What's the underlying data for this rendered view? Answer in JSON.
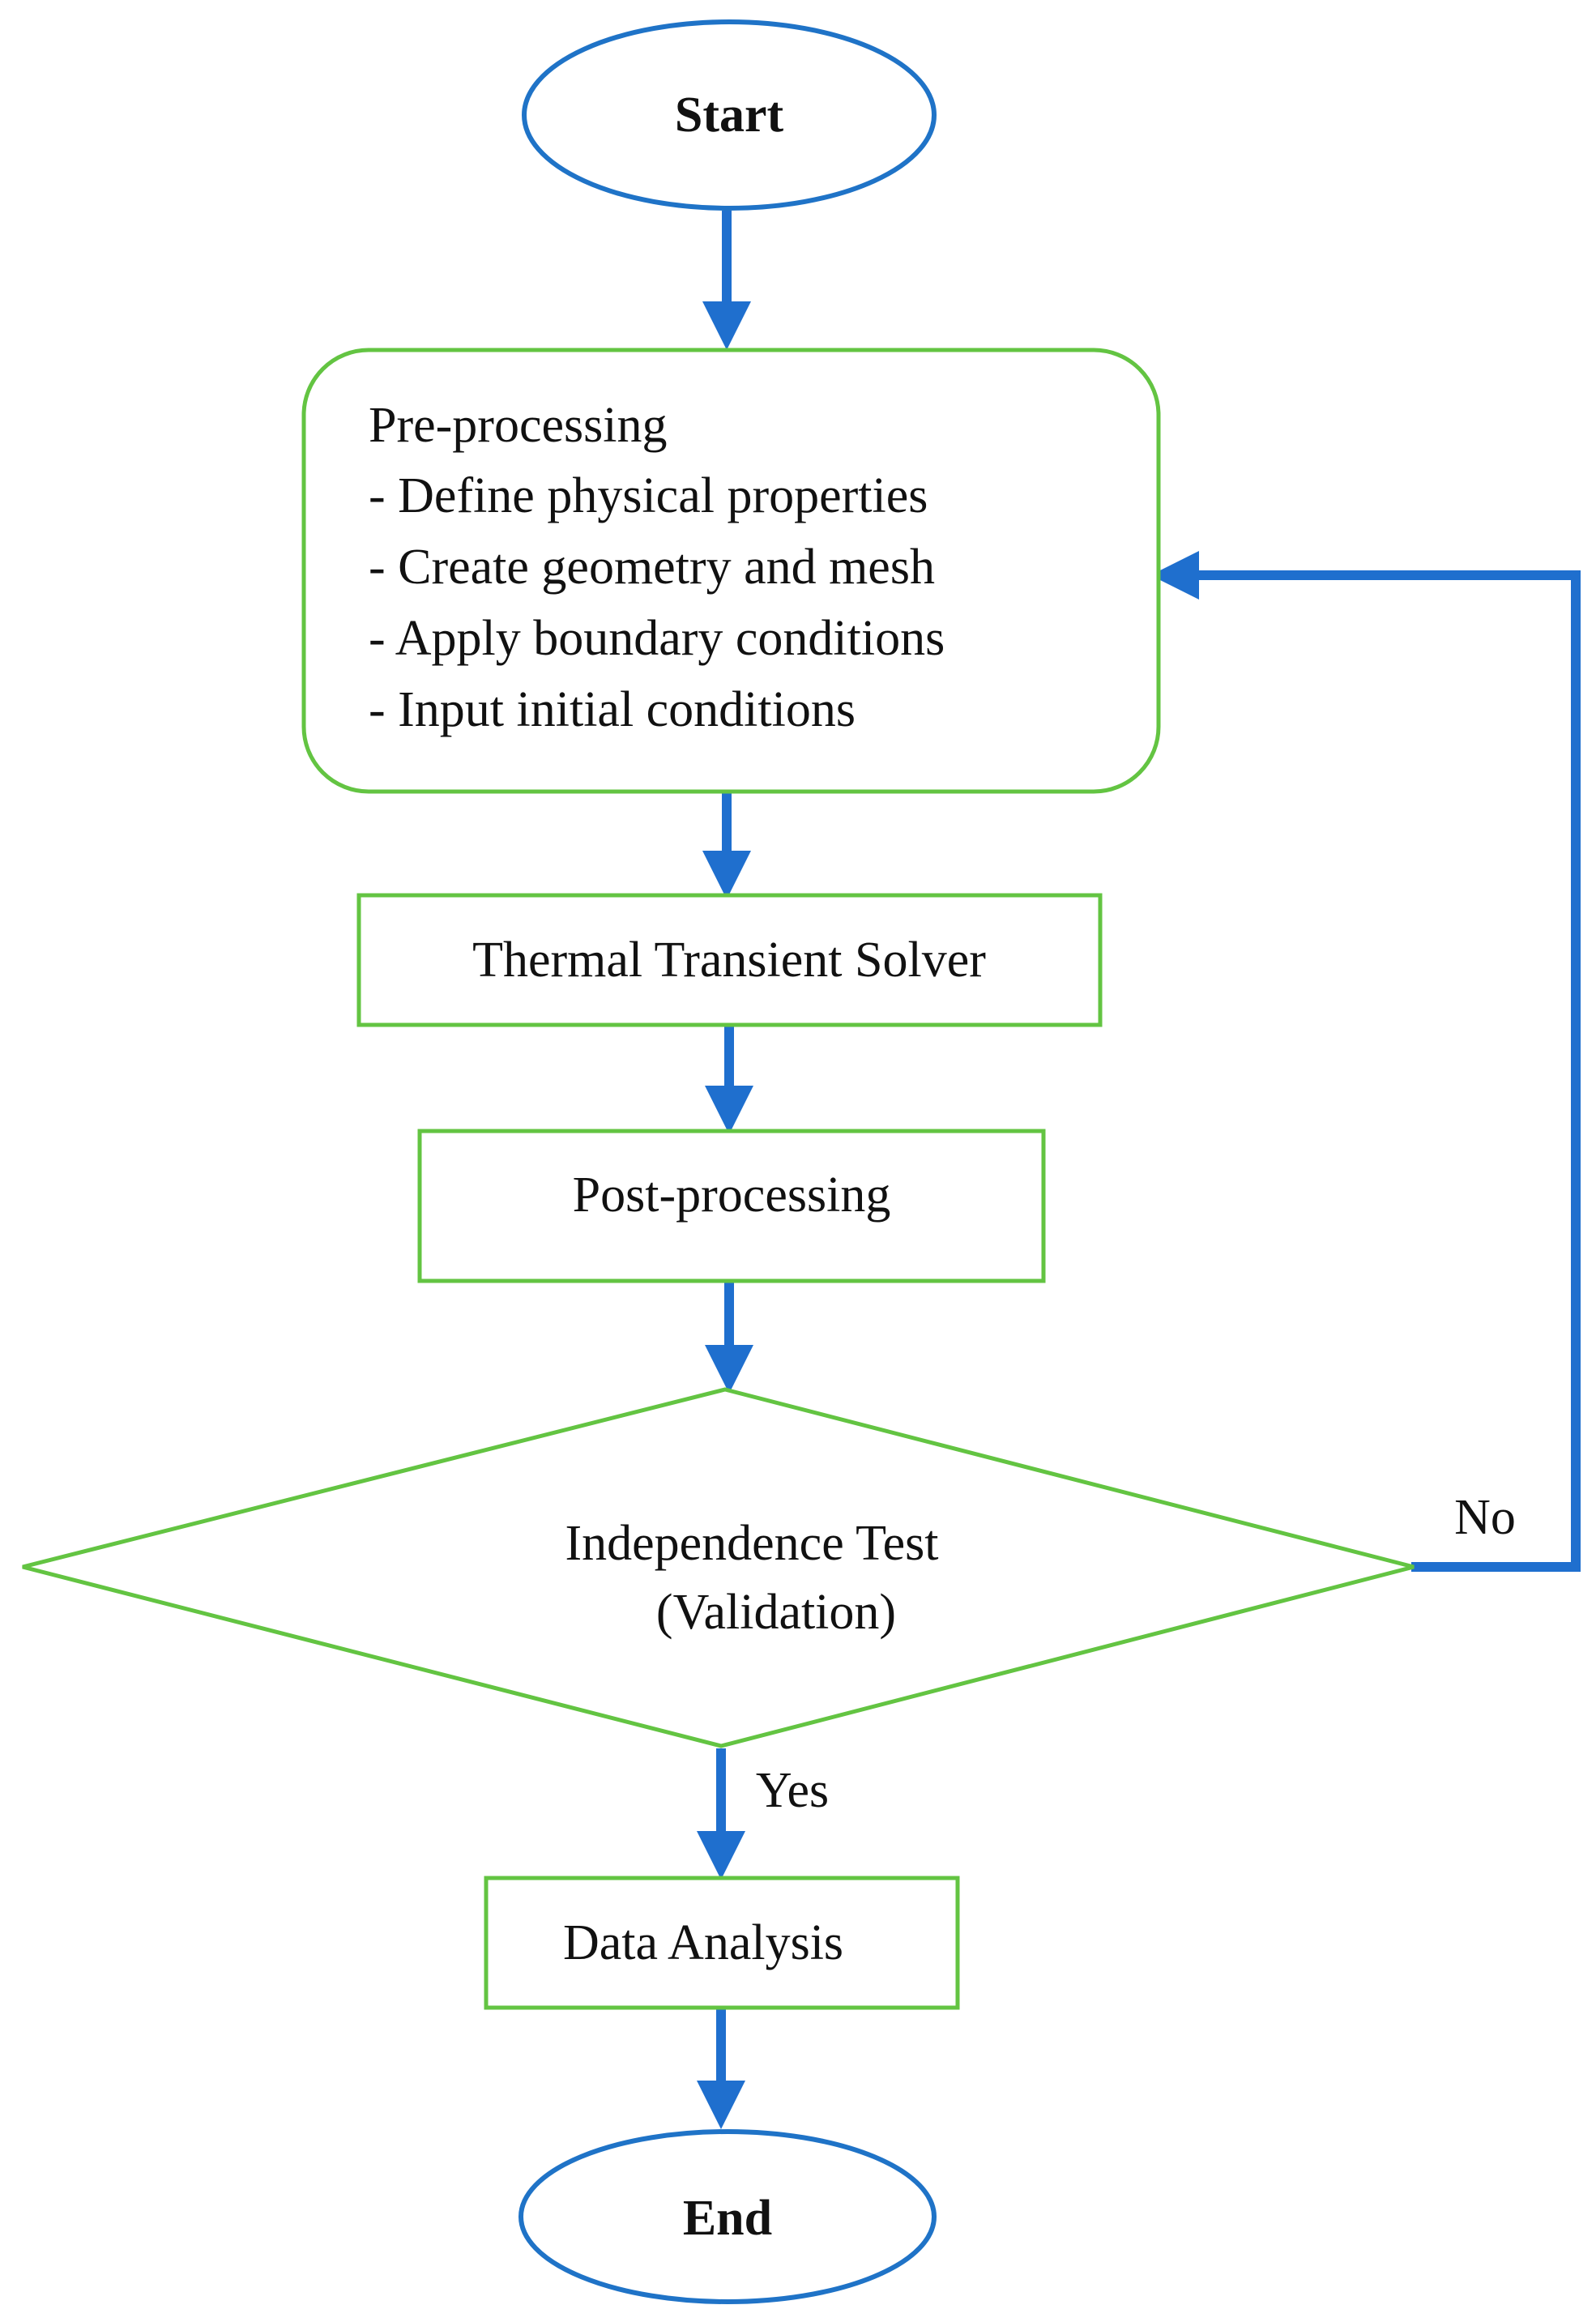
{
  "colors": {
    "node_border": "#63c442",
    "terminal_border": "#1f73c7",
    "arrow": "#1f6fce",
    "text": "#111111",
    "background": "#ffffff"
  },
  "nodes": {
    "start": {
      "label": "Start"
    },
    "preprocessing": {
      "title": "Pre-processing",
      "lines": [
        "- Define physical properties",
        "- Create geometry and mesh",
        "- Apply boundary conditions",
        "- Input initial conditions"
      ]
    },
    "solver": {
      "label": "Thermal Transient Solver"
    },
    "postprocessing": {
      "label": "Post-processing"
    },
    "decision": {
      "line1": "Independence Test",
      "line2": "(Validation)"
    },
    "data_analysis": {
      "label": "Data Analysis"
    },
    "end": {
      "label": "End"
    }
  },
  "edges": {
    "no_label": "No",
    "yes_label": "Yes"
  }
}
